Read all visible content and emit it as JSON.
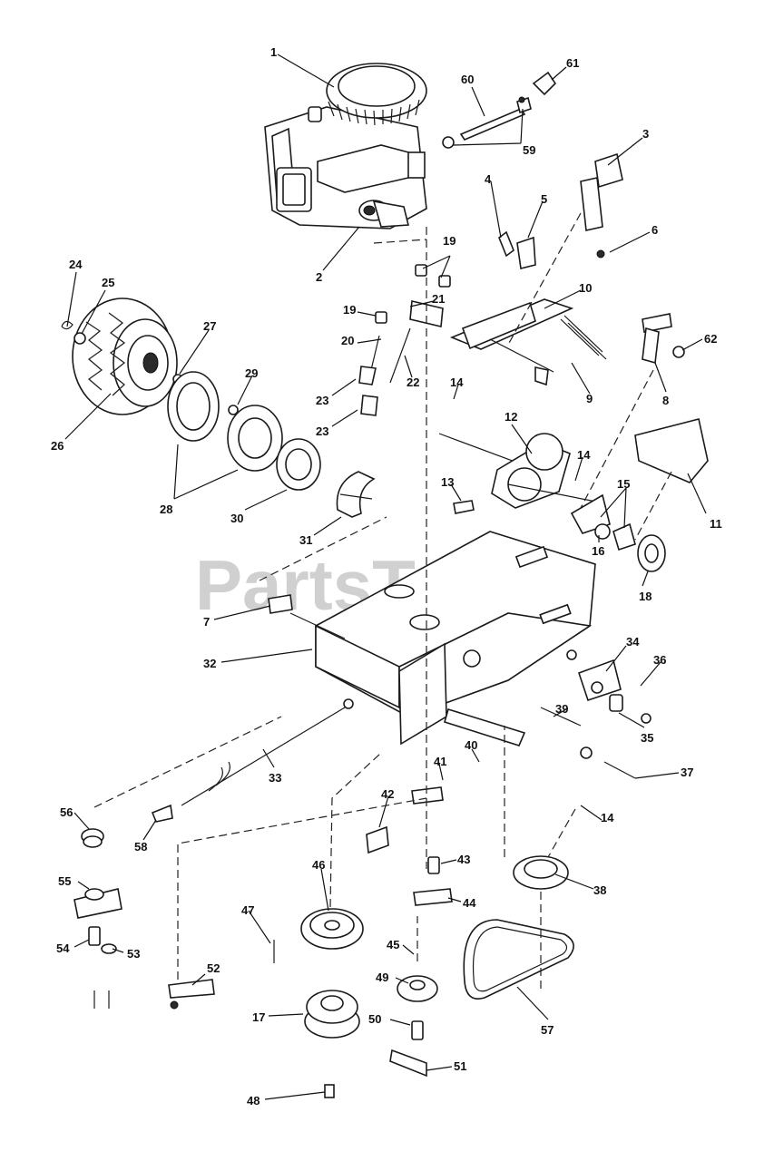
{
  "watermark": "PartsTree",
  "callouts": [
    {
      "id": "1",
      "label": "1"
    },
    {
      "id": "2",
      "label": "2"
    },
    {
      "id": "3",
      "label": "3"
    },
    {
      "id": "4",
      "label": "4"
    },
    {
      "id": "5",
      "label": "5"
    },
    {
      "id": "6",
      "label": "6"
    },
    {
      "id": "7",
      "label": "7"
    },
    {
      "id": "8",
      "label": "8"
    },
    {
      "id": "9",
      "label": "9"
    },
    {
      "id": "10",
      "label": "10"
    },
    {
      "id": "11",
      "label": "11"
    },
    {
      "id": "12",
      "label": "12"
    },
    {
      "id": "13",
      "label": "13"
    },
    {
      "id": "14a",
      "label": "14"
    },
    {
      "id": "14b",
      "label": "14"
    },
    {
      "id": "14c",
      "label": "14"
    },
    {
      "id": "15",
      "label": "15"
    },
    {
      "id": "16",
      "label": "16"
    },
    {
      "id": "17",
      "label": "17"
    },
    {
      "id": "18",
      "label": "18"
    },
    {
      "id": "19a",
      "label": "19"
    },
    {
      "id": "19b",
      "label": "19"
    },
    {
      "id": "20",
      "label": "20"
    },
    {
      "id": "21",
      "label": "21"
    },
    {
      "id": "22",
      "label": "22"
    },
    {
      "id": "23a",
      "label": "23"
    },
    {
      "id": "23b",
      "label": "23"
    },
    {
      "id": "24",
      "label": "24"
    },
    {
      "id": "25",
      "label": "25"
    },
    {
      "id": "26",
      "label": "26"
    },
    {
      "id": "27",
      "label": "27"
    },
    {
      "id": "28",
      "label": "28"
    },
    {
      "id": "29",
      "label": "29"
    },
    {
      "id": "30",
      "label": "30"
    },
    {
      "id": "31",
      "label": "31"
    },
    {
      "id": "32",
      "label": "32"
    },
    {
      "id": "33",
      "label": "33"
    },
    {
      "id": "34",
      "label": "34"
    },
    {
      "id": "35",
      "label": "35"
    },
    {
      "id": "36",
      "label": "36"
    },
    {
      "id": "37",
      "label": "37"
    },
    {
      "id": "38",
      "label": "38"
    },
    {
      "id": "39",
      "label": "39"
    },
    {
      "id": "40",
      "label": "40"
    },
    {
      "id": "41",
      "label": "41"
    },
    {
      "id": "42",
      "label": "42"
    },
    {
      "id": "43",
      "label": "43"
    },
    {
      "id": "44",
      "label": "44"
    },
    {
      "id": "45",
      "label": "45"
    },
    {
      "id": "46",
      "label": "46"
    },
    {
      "id": "47",
      "label": "47"
    },
    {
      "id": "48",
      "label": "48"
    },
    {
      "id": "49",
      "label": "49"
    },
    {
      "id": "50",
      "label": "50"
    },
    {
      "id": "51",
      "label": "51"
    },
    {
      "id": "52",
      "label": "52"
    },
    {
      "id": "53",
      "label": "53"
    },
    {
      "id": "54",
      "label": "54"
    },
    {
      "id": "55",
      "label": "55"
    },
    {
      "id": "56",
      "label": "56"
    },
    {
      "id": "57",
      "label": "57"
    },
    {
      "id": "58",
      "label": "58"
    },
    {
      "id": "59",
      "label": "59"
    },
    {
      "id": "60",
      "label": "60"
    },
    {
      "id": "61",
      "label": "61"
    },
    {
      "id": "62",
      "label": "62"
    }
  ]
}
